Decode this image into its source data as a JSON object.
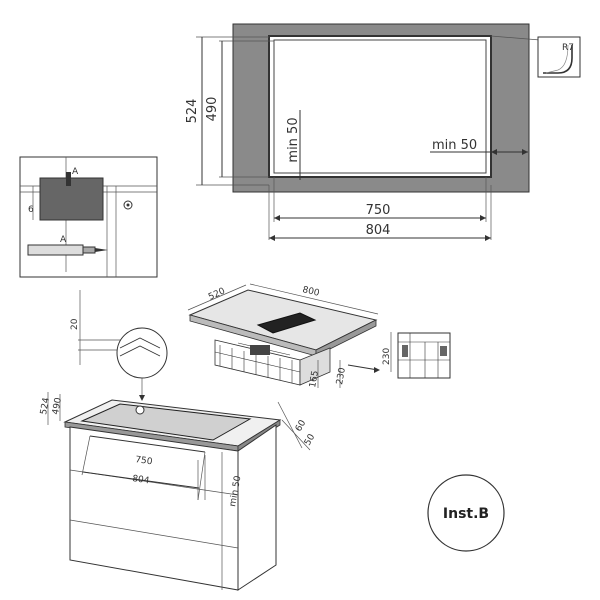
{
  "cutout": {
    "dim_524": "524",
    "dim_490": "490",
    "min_50_vertical": "min 50",
    "min_50_horizontal": "min 50",
    "dim_750": "750",
    "dim_804": "804",
    "radius": "R7"
  },
  "detail": {
    "mark_a_top": "A",
    "mark_6": "6",
    "mark_a_tube": "A"
  },
  "hob_3d": {
    "dim_520": "520",
    "dim_800": "800",
    "dim_165": "165",
    "dim_230": "230",
    "side_dim_230": "230"
  },
  "counter": {
    "dim_20": "20",
    "dim_524": "524",
    "dim_490": "490",
    "dim_750": "750",
    "dim_804": "804",
    "dim_min50": "min 50",
    "dim_60": "60",
    "dim_50": "50"
  },
  "badge": {
    "label": "Inst.B"
  }
}
